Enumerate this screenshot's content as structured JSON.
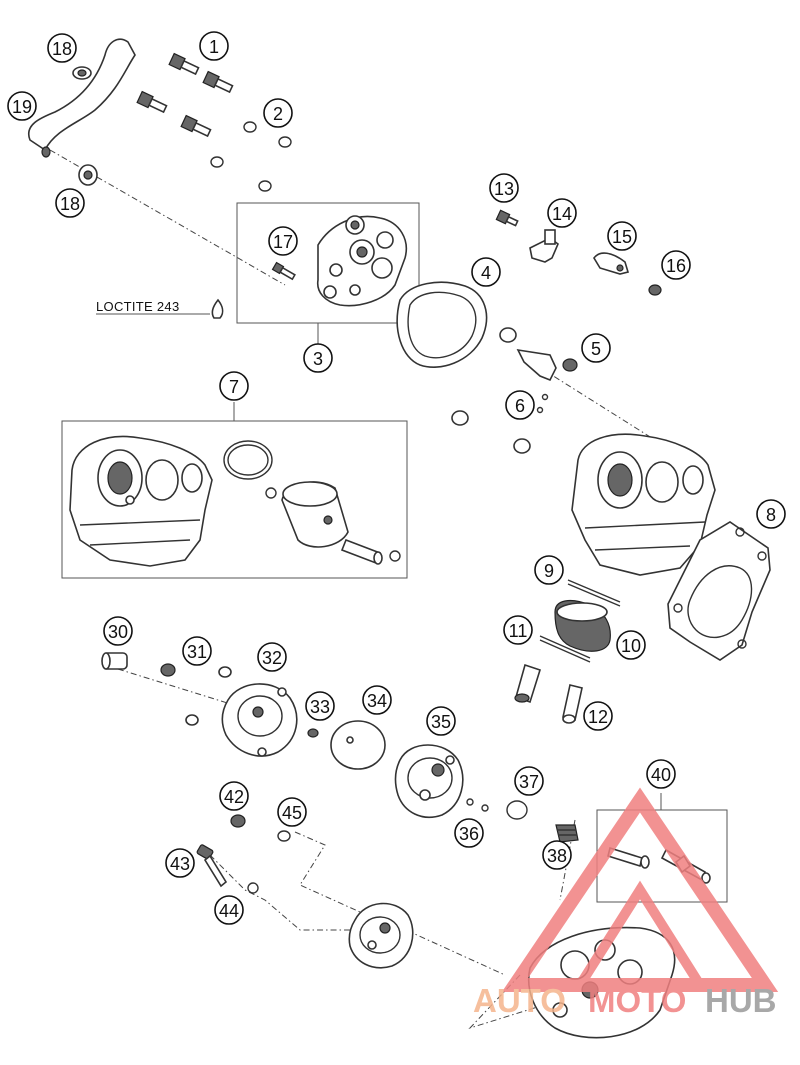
{
  "callouts": [
    {
      "id": "1",
      "label": "1"
    },
    {
      "id": "2",
      "label": "2"
    },
    {
      "id": "3",
      "label": "3"
    },
    {
      "id": "4",
      "label": "4"
    },
    {
      "id": "5",
      "label": "5"
    },
    {
      "id": "6",
      "label": "6"
    },
    {
      "id": "7",
      "label": "7"
    },
    {
      "id": "8",
      "label": "8"
    },
    {
      "id": "9",
      "label": "9"
    },
    {
      "id": "10",
      "label": "10"
    },
    {
      "id": "11",
      "label": "11"
    },
    {
      "id": "12",
      "label": "12"
    },
    {
      "id": "13",
      "label": "13"
    },
    {
      "id": "14",
      "label": "14"
    },
    {
      "id": "15",
      "label": "15"
    },
    {
      "id": "16",
      "label": "16"
    },
    {
      "id": "17",
      "label": "17"
    },
    {
      "id": "18a",
      "label": "18"
    },
    {
      "id": "18b",
      "label": "18"
    },
    {
      "id": "19",
      "label": "19"
    },
    {
      "id": "30",
      "label": "30"
    },
    {
      "id": "31",
      "label": "31"
    },
    {
      "id": "32",
      "label": "32"
    },
    {
      "id": "33",
      "label": "33"
    },
    {
      "id": "34",
      "label": "34"
    },
    {
      "id": "35",
      "label": "35"
    },
    {
      "id": "36",
      "label": "36"
    },
    {
      "id": "37",
      "label": "37"
    },
    {
      "id": "38",
      "label": "38"
    },
    {
      "id": "40",
      "label": "40"
    },
    {
      "id": "42",
      "label": "42"
    },
    {
      "id": "43",
      "label": "43"
    },
    {
      "id": "44",
      "label": "44"
    },
    {
      "id": "45",
      "label": "45"
    }
  ],
  "notes": {
    "loctite": "LOCTITE 243"
  },
  "watermark": {
    "part_auto": "AUTO",
    "part_moto": "MOTO",
    "part_hub": "HUB",
    "color_primary": "#f5b48c",
    "color_secondary": "#f08080",
    "color_hub": "#9a9a9a"
  }
}
